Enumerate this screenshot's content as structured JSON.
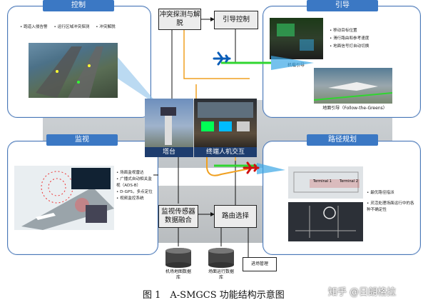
{
  "panels": {
    "control": {
      "title": "控制",
      "bullets": [
        "跑道入侵告警",
        "运行区域冲突探测",
        "冲突解脱"
      ]
    },
    "guidance": {
      "title": "引导",
      "bullets": [
        "移动目标位置",
        "滑行路由和参考速度",
        "地面信号灯自动切换"
      ],
      "caption_airborne": "机载引导",
      "caption_ground": "地面引导（Follow-the-Greens）"
    },
    "surveillance": {
      "title": "监视",
      "bullets": [
        "场面监视雷达",
        "广播式自动相关监视（ADS-B）",
        "D-GPS，多点定位",
        "视频监控系统"
      ]
    },
    "routing": {
      "title": "路径规划",
      "bullets": [
        "最优路径指派",
        "灵活处理场面运行中的各种不确定性"
      ],
      "map_labels": [
        "Terminal 1",
        "Terminal 2"
      ]
    }
  },
  "center": {
    "tower_label": "塔台",
    "hmi_label": "终端人机交互"
  },
  "boxes": {
    "conflict": "冲突探测与解脱",
    "guidance_control": "引导控制",
    "sensor_fusion": "监视传感器数据融合",
    "route_select": "路由选择",
    "process_mgmt": "进场管理"
  },
  "databases": {
    "airport_map": "机场地图数据库",
    "surface_ops": "场面运行数据库"
  },
  "figure_caption": "图 1　A-SMGCS 功能结构示意图",
  "watermark": "知乎 @日朗格拉",
  "colors": {
    "panel_border": "#4a78b8",
    "title_blue": "#3b78c4",
    "green_path": "#2fd62f",
    "orange_path": "#f0a020",
    "aircraft_blue": "#0a5db8",
    "aircraft_red": "#d01010"
  }
}
